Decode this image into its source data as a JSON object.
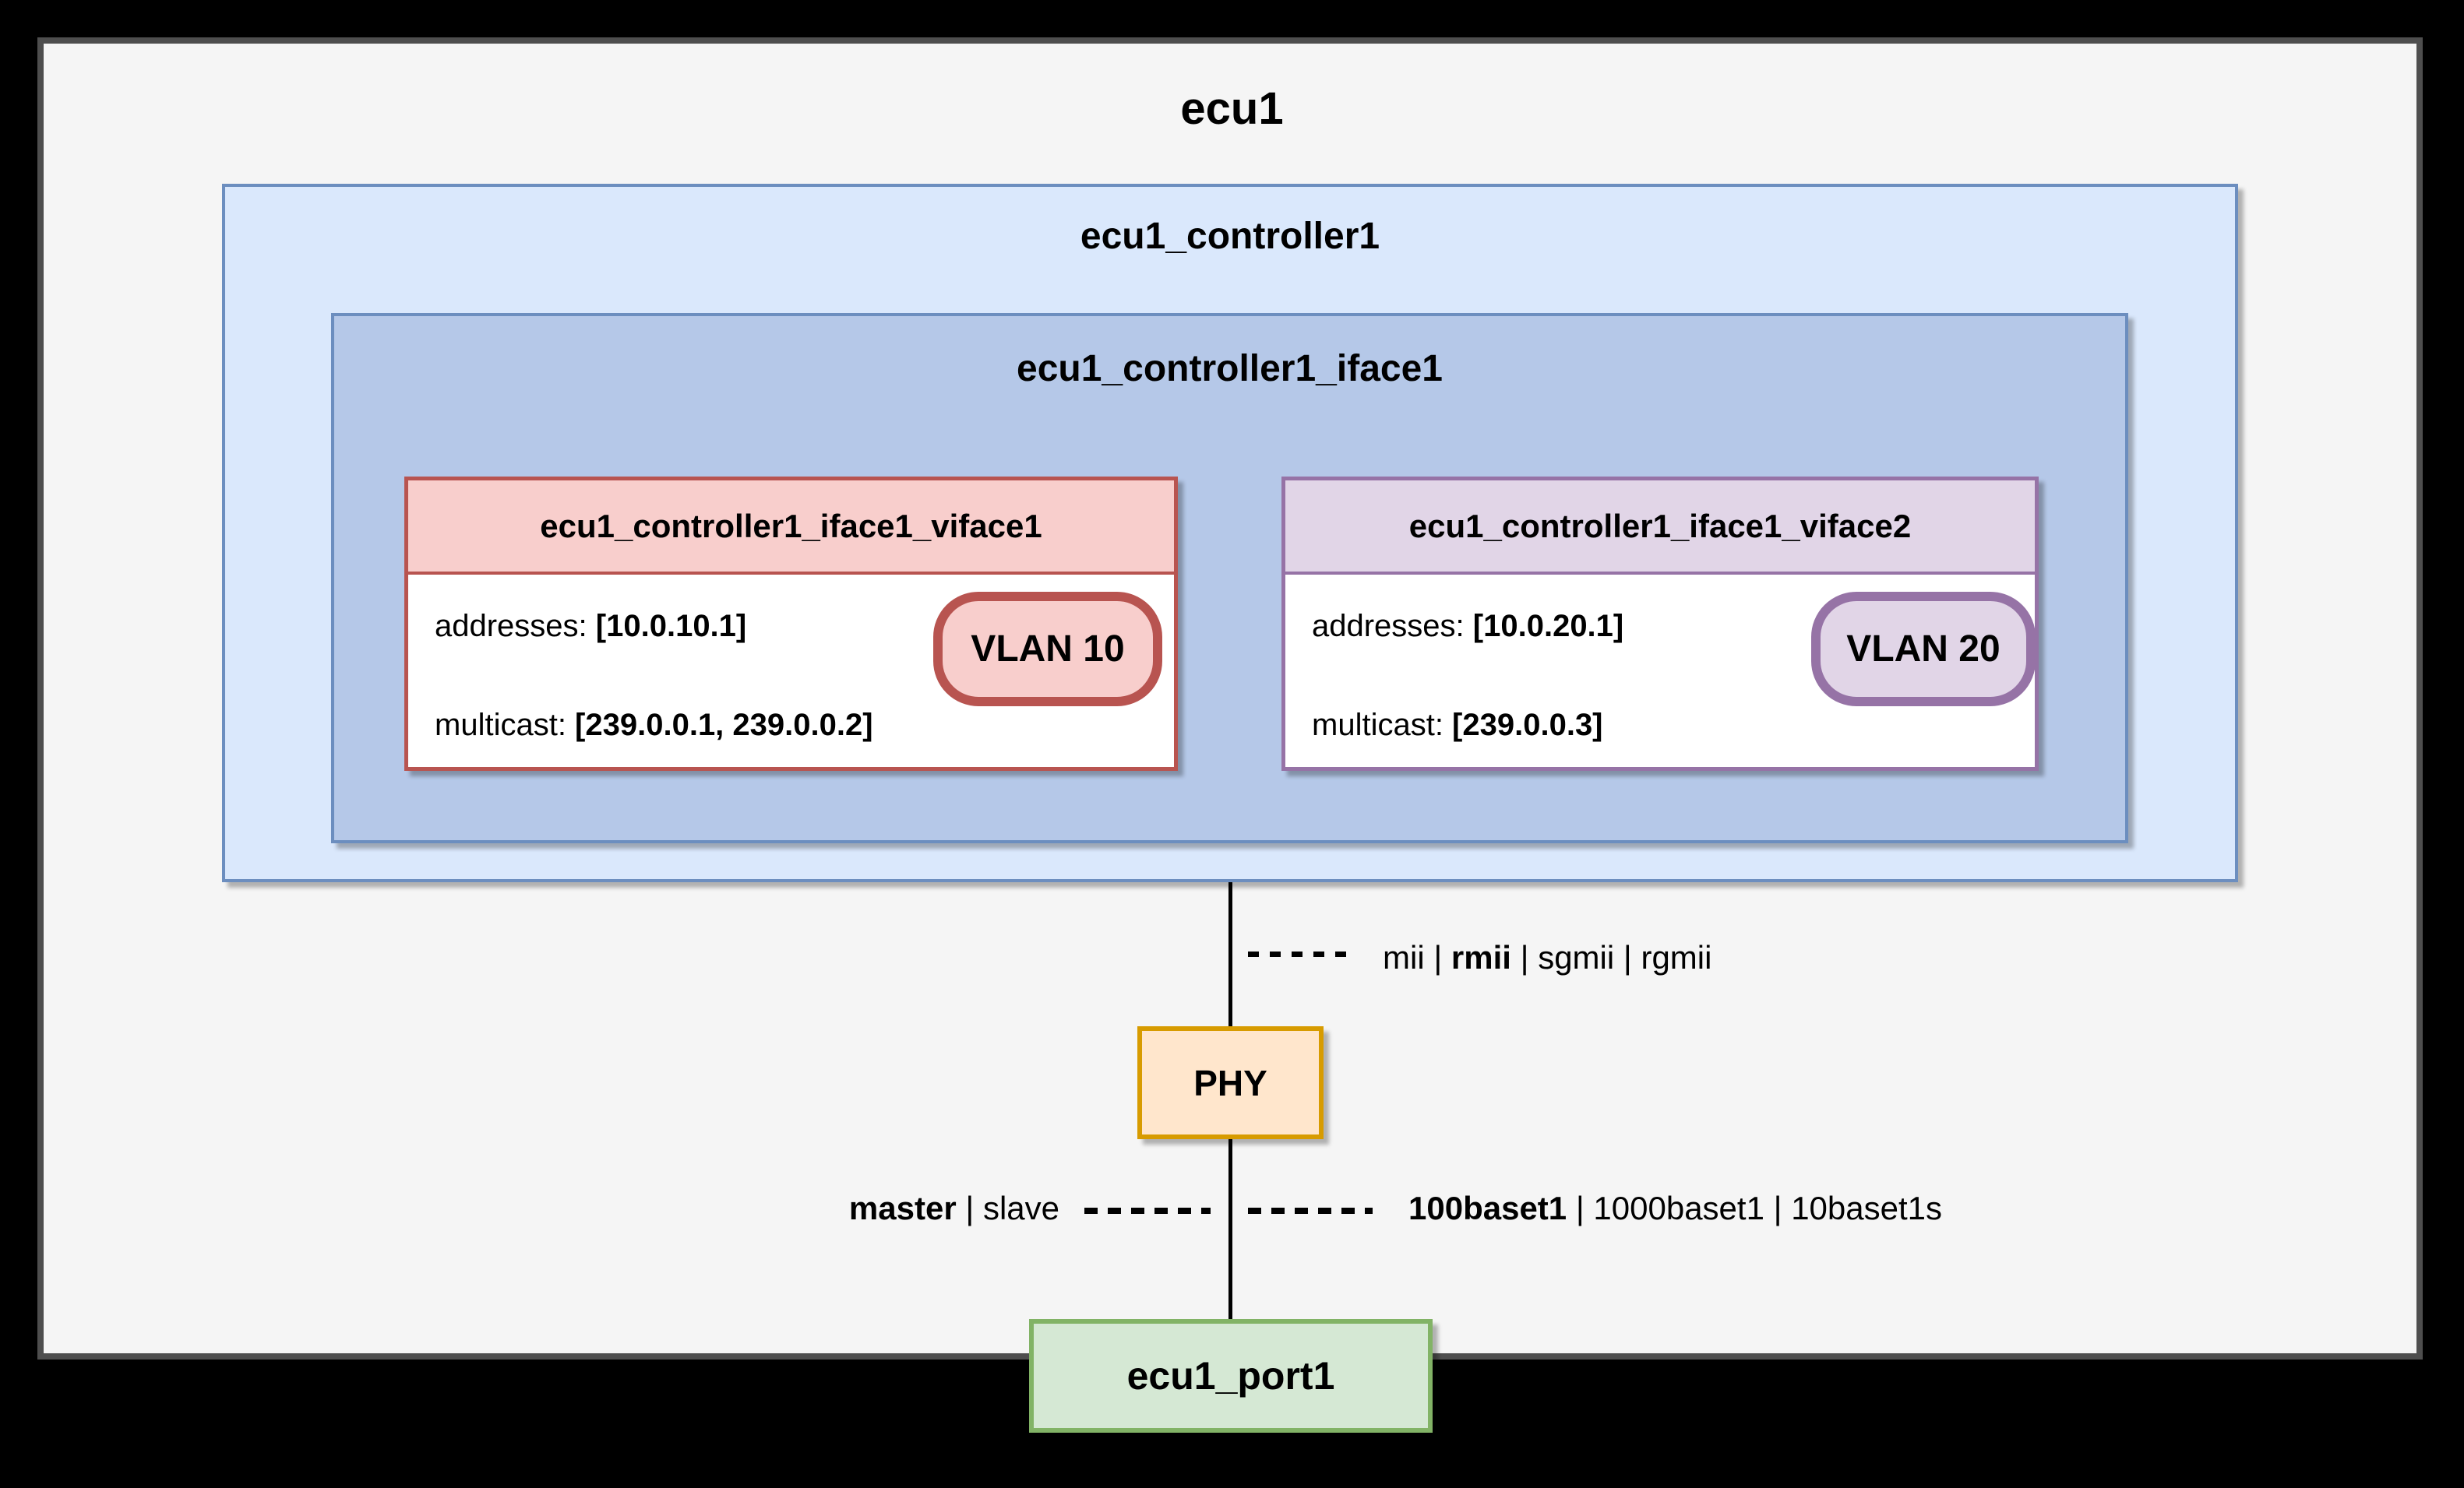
{
  "diagram": {
    "ecu": {
      "title": "ecu1"
    },
    "controller": {
      "title": "ecu1_controller1",
      "iface": {
        "title": "ecu1_controller1_iface1",
        "vifaces": [
          {
            "title": "ecu1_controller1_iface1_viface1",
            "addresses_label": "addresses: ",
            "addresses_value": "[10.0.10.1]",
            "multicast_label": "multicast: ",
            "multicast_value": "[239.0.0.1, 239.0.0.2]",
            "vlan": "VLAN 10"
          },
          {
            "title": "ecu1_controller1_iface1_viface2",
            "addresses_label": "addresses: ",
            "addresses_value": "[10.0.20.1]",
            "multicast_label": "multicast: ",
            "multicast_value": "[239.0.0.3]",
            "vlan": "VLAN 20"
          }
        ]
      }
    },
    "phy": {
      "label": "PHY"
    },
    "port": {
      "label": "ecu1_port1"
    },
    "links": {
      "mii_modes": {
        "options": [
          {
            "label": "mii",
            "bold": false
          },
          {
            "label": "rmii",
            "bold": true
          },
          {
            "label": "sgmii",
            "bold": false
          },
          {
            "label": "rgmii",
            "bold": false
          }
        ]
      },
      "role": {
        "options": [
          {
            "label": "master",
            "bold": true
          },
          {
            "label": "slave",
            "bold": false
          }
        ]
      },
      "speed": {
        "options": [
          {
            "label": "100baset1",
            "bold": true
          },
          {
            "label": "1000baset1",
            "bold": false
          },
          {
            "label": "10baset1s",
            "bold": false
          }
        ]
      }
    }
  },
  "colors": {
    "canvas_background": "#000000",
    "panel_fill": "#f5f5f5",
    "panel_border": "#4e4e4e",
    "controller_fill": "#dae8fc",
    "controller_border": "#6c8ebf",
    "iface_fill": "#b5c8e8",
    "viface1_header_fill": "#f8cecc",
    "viface1_border": "#b85450",
    "viface2_header_fill": "#e1d5e7",
    "viface2_border": "#9673a6",
    "phy_fill": "#ffe6cc",
    "phy_border": "#d79b00",
    "port_fill": "#d5e8d4",
    "port_border": "#82b366",
    "line_color": "#000000"
  }
}
